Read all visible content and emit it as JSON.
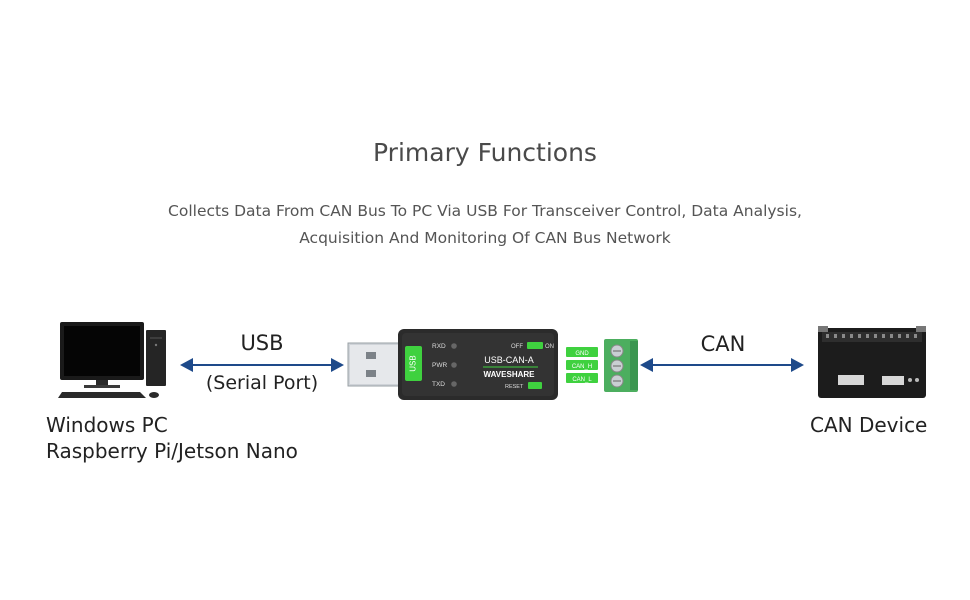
{
  "title": "Primary Functions",
  "subtitle": {
    "line1": "Collects Data From CAN Bus To PC Via USB For Transceiver Control, Data Analysis,",
    "line2": "Acquisition And Monitoring Of CAN Bus Network"
  },
  "left_device": {
    "line1": "Windows PC",
    "line2": "Raspberry Pi/Jetson Nano"
  },
  "usb_link": {
    "label": "USB",
    "sublabel": "(Serial Port)"
  },
  "can_link": {
    "label": "CAN"
  },
  "right_device": {
    "label": "CAN Device"
  },
  "adapter": {
    "name": "USB-CAN-A",
    "brand": "WAVESHARE",
    "usb_tag": "USB",
    "leds": [
      "RXD",
      "PWR",
      "TXD"
    ],
    "switch_off": "OFF",
    "switch_on": "ON",
    "reset": "RESET",
    "terminals": [
      "GND",
      "CAN_H",
      "CAN_L"
    ]
  },
  "colors": {
    "arrow": "#1e4a8a",
    "accent_green": "#3fd13f",
    "adapter_body": "#2b2b2b"
  }
}
